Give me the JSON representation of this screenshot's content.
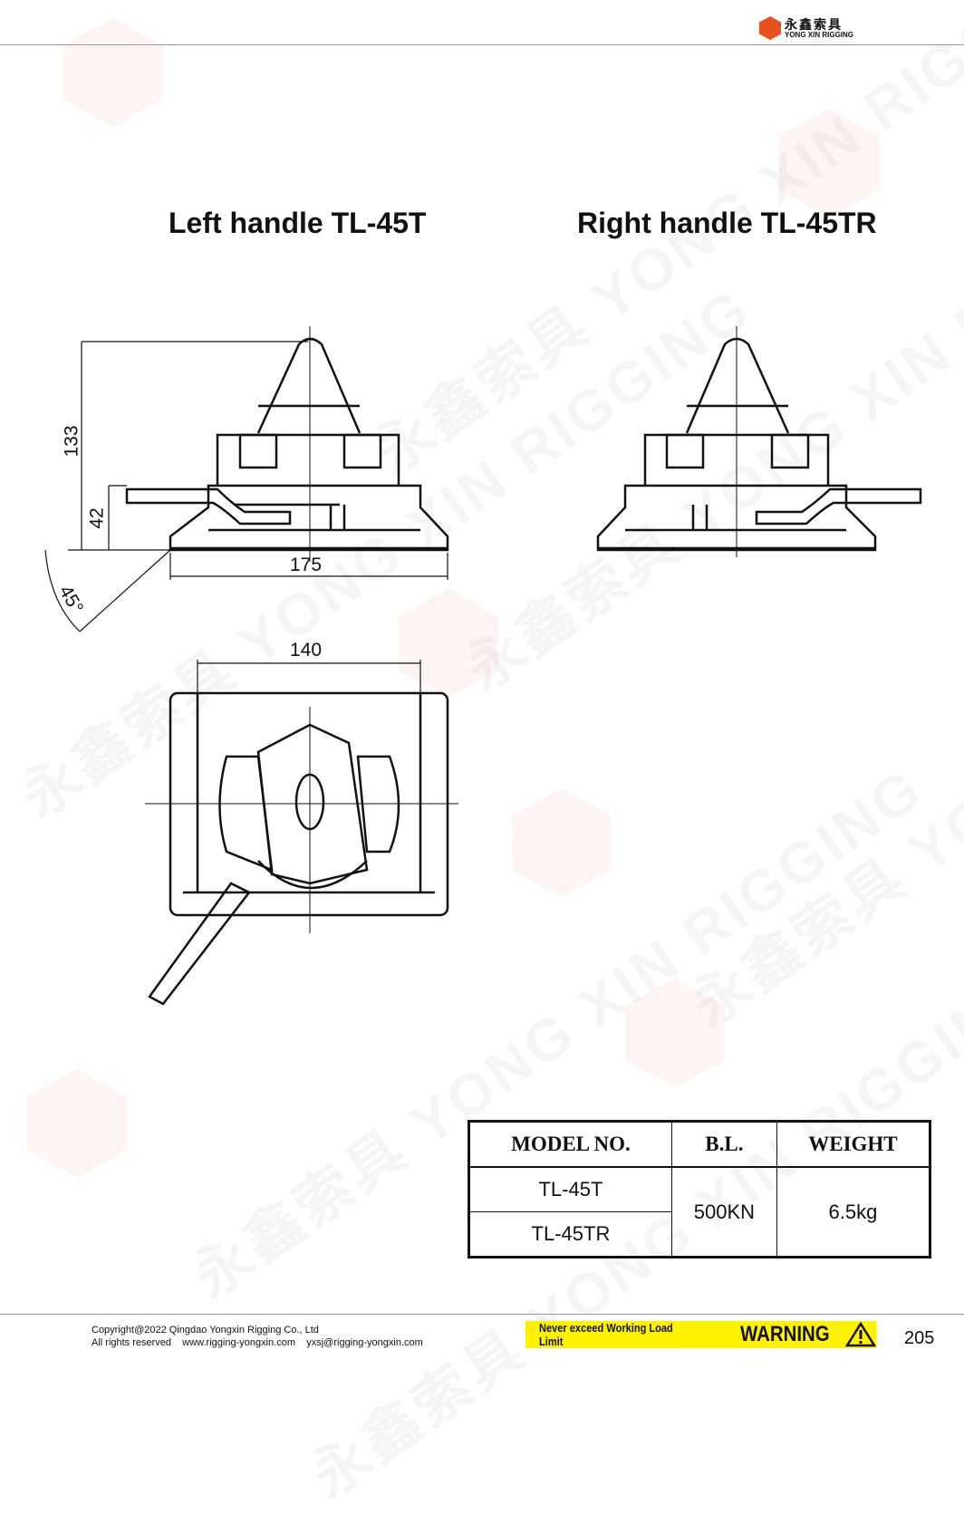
{
  "brand": {
    "name_cn": "永鑫索具",
    "name_en": "YONG XIN RIGGING",
    "watermark": "永鑫索具 YONG XIN RIGGING",
    "accent": "#e8501e"
  },
  "titles": {
    "left": "Left handle TL-45T",
    "right": "Right handle TL-45TR"
  },
  "dimensions": {
    "height": "133",
    "handle_height": "42",
    "width": "175",
    "angle": "45°",
    "top_width": "140"
  },
  "table": {
    "headers": [
      "MODEL NO.",
      "B.L.",
      "WEIGHT"
    ],
    "models": [
      "TL-45T",
      "TL-45TR"
    ],
    "bl": "500KN",
    "weight": "6.5kg"
  },
  "footer": {
    "copyright": "Copyright@2022 Qingdao Yongxin Rigging Co., Ltd",
    "rights": "All rights reserved",
    "website": "www.rigging-yongxin.com",
    "email": "yxsj@rigging-yongxin.com",
    "notice": "Never exceed Working Load Limit",
    "warning": "WARNING",
    "page": "205",
    "warning_color": "#fff200"
  }
}
